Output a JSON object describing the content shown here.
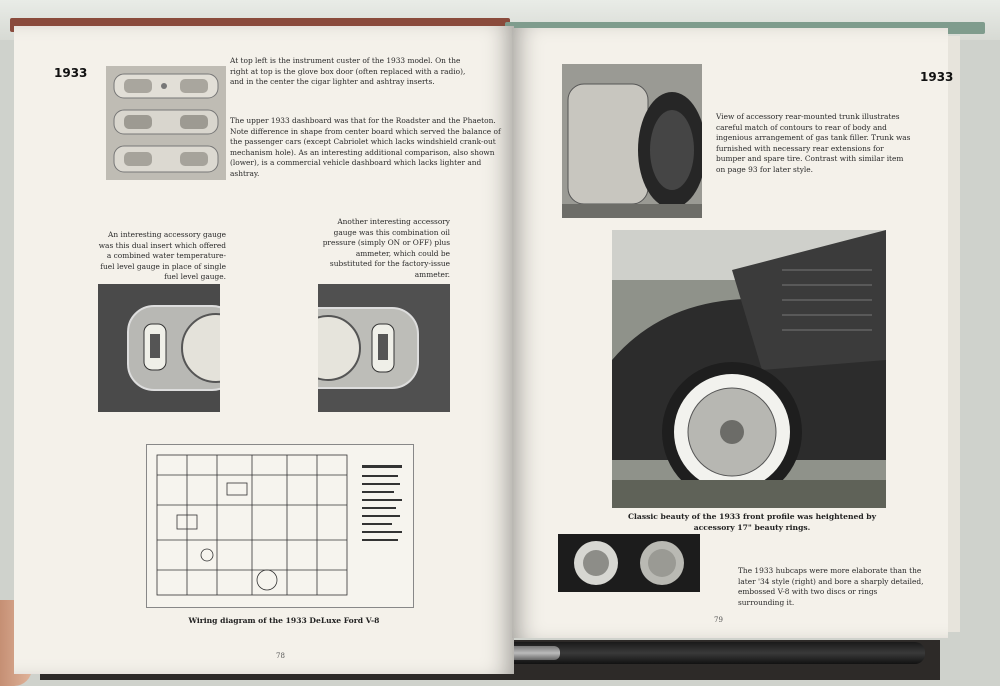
{
  "spread": {
    "left_page": {
      "year_label": "1933",
      "caption_top": "At top left is the instrument custer of the 1933 model. On the right at top is the glove box door (often replaced with a radio), and in the center the cigar lighter and ashtray inserts.",
      "caption_dashboard": "The upper 1933 dashboard was that for the Roadster and the Phaeton. Note difference in shape from center board which served the balance of the passenger cars (except Cabriolet which lacks windshield crank-out mechanism hole). As an interesting additional comparison, also shown (lower), is a commercial vehicle dashboard which lacks lighter and ashtray.",
      "caption_gauge_left": "An interesting accessory gauge was this dual insert which offered a combined water temperature-fuel level gauge in place of single fuel level gauge.",
      "caption_gauge_right": "Another interesting accessory gauge was this combination oil pressure (simply ON or OFF) plus ammeter, which could be substituted for the factory-issue ammeter.",
      "caption_wiring": "Wiring diagram of the 1933 DeLuxe Ford V-8",
      "page_number": "78"
    },
    "right_page": {
      "year_label": "1933",
      "caption_trunk": "View of accessory rear-mounted trunk illustrates careful match of contours to rear of body and ingenious arrangement of gas tank filler. Trunk was furnished with necessary rear extensions for bumper and spare tire. Contrast with similar item on page 93 for later style.",
      "caption_fender": "Classic beauty of the 1933 front profile was heightened by accessory 17\" beauty rings.",
      "caption_hubcaps": "The 1933 hubcaps were more elaborate than the later '34 style (right) and bore a sharply detailed, embossed V-8 with two discs or rings surrounding it.",
      "page_number": "79"
    },
    "colors": {
      "paper": "#f4f1ea",
      "ink": "#222222",
      "cover_red": "#8a4b3c",
      "cover_green": "#7f9c8d"
    }
  }
}
